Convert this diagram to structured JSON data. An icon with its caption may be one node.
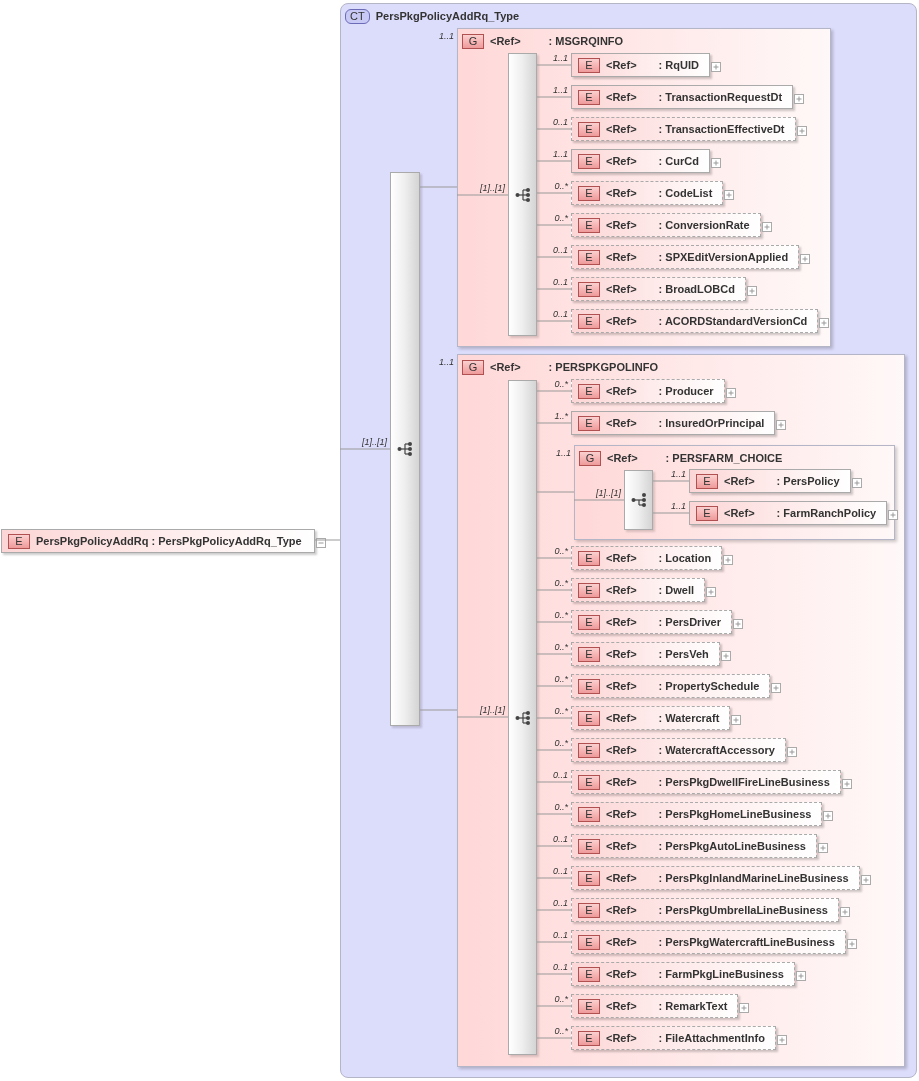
{
  "diagram": {
    "nodes": [
      {
        "text": [
          "E",
          "PersPkgPolicyAddRq : PersPkgPolicyAddRq_Type"
        ]
      },
      {
        "text": [
          "CT",
          "PersPkgPolicyAddRq_Type"
        ]
      },
      {
        "text": [],
        "shape": "bar",
        "in": 1
      },
      {
        "text": [
          "G",
          "<Ref>",
          ": MSGRQINFO"
        ],
        "in": 1,
        "beside": [
          "1..1"
        ]
      },
      {
        "text": [],
        "shape": "bar",
        "in": 3
      },
      {
        "text": [
          "E",
          "<Ref>",
          ": RqUID"
        ],
        "in": 3
      },
      {
        "text": [
          "E",
          "<Ref>",
          ": TransactionRequestDt"
        ],
        "in": 3
      },
      {
        "text": [
          "E",
          "<Ref>",
          ": TransactionEffectiveDt"
        ],
        "in": 3
      },
      {
        "text": [
          "E",
          "<Ref>",
          ": CurCd"
        ],
        "in": 3
      },
      {
        "text": [
          "E",
          "<Ref>",
          ": CodeList"
        ],
        "in": 3
      },
      {
        "text": [
          "E",
          "<Ref>",
          ": ConversionRate"
        ],
        "in": 3
      },
      {
        "text": [
          "E",
          "<Ref>",
          ": SPXEditVersionApplied"
        ],
        "in": 3
      },
      {
        "text": [
          "E",
          "<Ref>",
          ": BroadLOBCd"
        ],
        "in": 3
      },
      {
        "text": [
          "E",
          "<Ref>",
          ": ACORDStandardVersionCd"
        ],
        "in": 3
      },
      {
        "text": [
          "G",
          "<Ref>",
          ": PERSPKGPOLINFO"
        ],
        "in": 1,
        "beside": [
          "1..1"
        ]
      },
      {
        "text": [],
        "shape": "bar",
        "in": 14
      },
      {
        "text": [
          "E",
          "<Ref>",
          ": Producer"
        ],
        "in": 14
      },
      {
        "text": [
          "E",
          "<Ref>",
          ": InsuredOrPrincipal"
        ],
        "in": 14
      },
      {
        "text": [
          "G",
          "<Ref>",
          ": PERSFARM_CHOICE"
        ],
        "in": 14,
        "beside": [
          "1..1"
        ]
      },
      {
        "text": [],
        "shape": "bar",
        "in": 18
      },
      {
        "text": [
          "E",
          "<Ref>",
          ": PersPolicy"
        ],
        "in": 18
      },
      {
        "text": [
          "E",
          "<Ref>",
          ": FarmRanchPolicy"
        ],
        "in": 18
      },
      {
        "text": [
          "E",
          "<Ref>",
          ": Location"
        ],
        "in": 14
      },
      {
        "text": [
          "E",
          "<Ref>",
          ": Dwell"
        ],
        "in": 14
      },
      {
        "text": [
          "E",
          "<Ref>",
          ": PersDriver"
        ],
        "in": 14
      },
      {
        "text": [
          "E",
          "<Ref>",
          ": PersVeh"
        ],
        "in": 14
      },
      {
        "text": [
          "E",
          "<Ref>",
          ": PropertySchedule"
        ],
        "in": 14
      },
      {
        "text": [
          "E",
          "<Ref>",
          ": Watercraft"
        ],
        "in": 14
      },
      {
        "text": [
          "E",
          "<Ref>",
          ": WatercraftAccessory"
        ],
        "in": 14
      },
      {
        "text": [
          "E",
          "<Ref>",
          ": PersPkgDwellFireLineBusiness"
        ],
        "in": 14
      },
      {
        "text": [
          "E",
          "<Ref>",
          ": PersPkgHomeLineBusiness"
        ],
        "in": 14
      },
      {
        "text": [
          "E",
          "<Ref>",
          ": PersPkgAutoLineBusiness"
        ],
        "in": 14
      },
      {
        "text": [
          "E",
          "<Ref>",
          ": PersPkgInlandMarineLineBusiness"
        ],
        "in": 14
      },
      {
        "text": [
          "E",
          "<Ref>",
          ": PersPkgUmbrellaLineBusiness"
        ],
        "in": 14
      },
      {
        "text": [
          "E",
          "<Ref>",
          ": PersPkgWatercraftLineBusiness"
        ],
        "in": 14
      },
      {
        "text": [
          "E",
          "<Ref>",
          ": FarmPkgLineBusiness"
        ],
        "in": 14
      },
      {
        "text": [
          "E",
          "<Ref>",
          ": RemarkText"
        ],
        "in": 14
      },
      {
        "text": [
          "E",
          "<Ref>",
          ": FileAttachmentInfo"
        ],
        "in": 14
      }
    ],
    "edges": [
      {
        "from": 0,
        "to": 1,
        "arrow": "none"
      },
      {
        "from": 1,
        "to": 2,
        "arrow": "none",
        "label": "[1]..[1]"
      },
      {
        "from": 2,
        "to": 3,
        "arrow": "none"
      },
      {
        "from": 3,
        "to": 4,
        "arrow": "none",
        "label": "[1]..[1]"
      },
      {
        "from": 4,
        "to": 5,
        "arrow": "none",
        "label": "1..1"
      },
      {
        "from": 4,
        "to": 6,
        "arrow": "none",
        "label": "1..1"
      },
      {
        "from": 4,
        "to": 7,
        "arrow": "none",
        "label": "0..1"
      },
      {
        "from": 4,
        "to": 8,
        "arrow": "none",
        "label": "1..1"
      },
      {
        "from": 4,
        "to": 9,
        "arrow": "none",
        "label": "0..*"
      },
      {
        "from": 4,
        "to": 10,
        "arrow": "none",
        "label": "0..*"
      },
      {
        "from": 4,
        "to": 11,
        "arrow": "none",
        "label": "0..1"
      },
      {
        "from": 4,
        "to": 12,
        "arrow": "none",
        "label": "0..1"
      },
      {
        "from": 4,
        "to": 13,
        "arrow": "none",
        "label": "0..1"
      },
      {
        "from": 2,
        "to": 14,
        "arrow": "none"
      },
      {
        "from": 14,
        "to": 15,
        "arrow": "none",
        "label": "[1]..[1]"
      },
      {
        "from": 15,
        "to": 16,
        "arrow": "none",
        "label": "0..*"
      },
      {
        "from": 15,
        "to": 17,
        "arrow": "none",
        "label": "1..*"
      },
      {
        "from": 15,
        "to": 18,
        "arrow": "none"
      },
      {
        "from": 18,
        "to": 19,
        "arrow": "none",
        "label": "[1]..[1]"
      },
      {
        "from": 19,
        "to": 20,
        "arrow": "none",
        "label": "1..1"
      },
      {
        "from": 19,
        "to": 21,
        "arrow": "none",
        "label": "1..1"
      },
      {
        "from": 15,
        "to": 22,
        "arrow": "none",
        "label": "0..*"
      },
      {
        "from": 15,
        "to": 23,
        "arrow": "none",
        "label": "0..*"
      },
      {
        "from": 15,
        "to": 24,
        "arrow": "none",
        "label": "0..*"
      },
      {
        "from": 15,
        "to": 25,
        "arrow": "none",
        "label": "0..*"
      },
      {
        "from": 15,
        "to": 26,
        "arrow": "none",
        "label": "0..*"
      },
      {
        "from": 15,
        "to": 27,
        "arrow": "none",
        "label": "0..*"
      },
      {
        "from": 15,
        "to": 28,
        "arrow": "none",
        "label": "0..*"
      },
      {
        "from": 15,
        "to": 29,
        "arrow": "none",
        "label": "0..1"
      },
      {
        "from": 15,
        "to": 30,
        "arrow": "none",
        "label": "0..*"
      },
      {
        "from": 15,
        "to": 31,
        "arrow": "none",
        "label": "0..1"
      },
      {
        "from": 15,
        "to": 32,
        "arrow": "none",
        "label": "0..1"
      },
      {
        "from": 15,
        "to": 33,
        "arrow": "none",
        "label": "0..1"
      },
      {
        "from": 15,
        "to": 34,
        "arrow": "none",
        "label": "0..1"
      },
      {
        "from": 15,
        "to": 35,
        "arrow": "none",
        "label": "0..1"
      },
      {
        "from": 15,
        "to": 36,
        "arrow": "none",
        "label": "0..*"
      },
      {
        "from": 15,
        "to": 37,
        "arrow": "none",
        "label": "0..*"
      }
    ]
  }
}
